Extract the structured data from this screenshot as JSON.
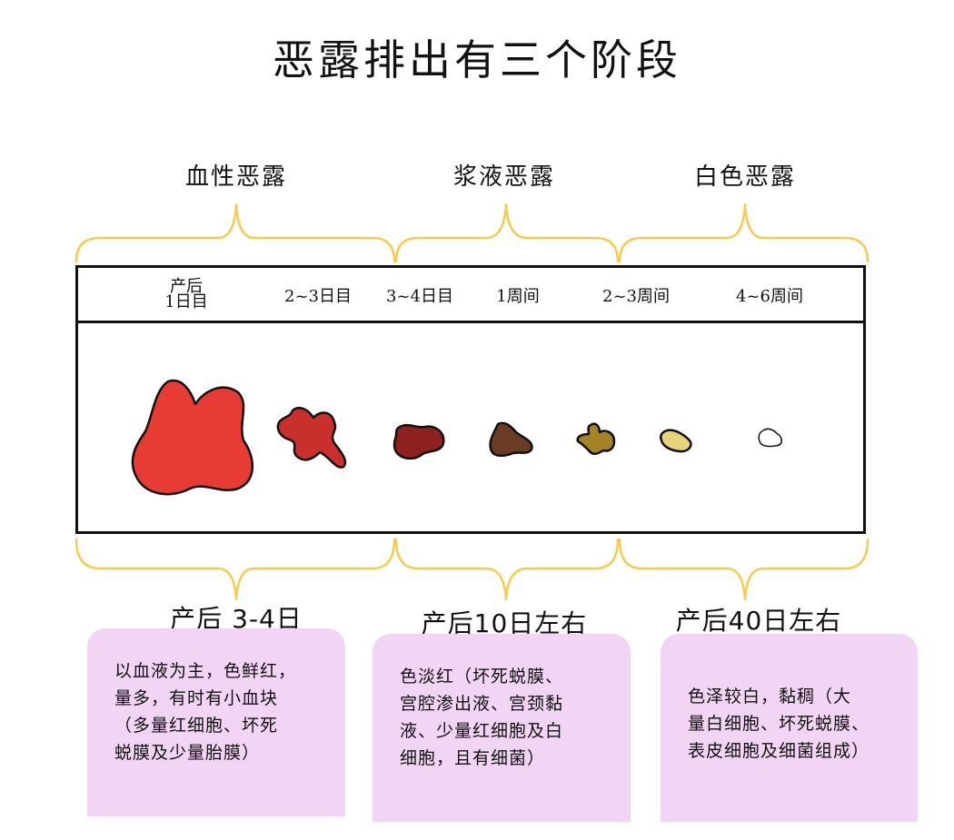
{
  "title": "恶露排出有三个阶段",
  "stages": [
    {
      "name": "血性恶露",
      "duration": "产后 3-4日",
      "description": [
        "以血液为主，色鲜红，",
        "量多，有时有小血块",
        "（多量红细胞、坏死",
        "蜕膜及少量胎膜）"
      ]
    },
    {
      "name": "浆液恶露",
      "duration": "产后10日左右",
      "description": [
        "色淡红（坏死蜕膜、",
        "宫腔渗出液、宫颈黏",
        "液、少量红细胞及白",
        "细胞，且有细菌）"
      ]
    },
    {
      "name": "白色恶露",
      "duration": "产后40日左右",
      "description": [
        "色泽较白，黏稠（大",
        "量白细胞、坏死蜕膜、",
        "表皮细胞及细菌组成）"
      ]
    }
  ],
  "timeline": [
    {
      "line1": "产后",
      "line2": "1日目",
      "color": "#e63c33"
    },
    {
      "line1": "",
      "line2": "2~3日目",
      "color": "#c9302b"
    },
    {
      "line1": "",
      "line2": "3~4日目",
      "color": "#8f2020"
    },
    {
      "line1": "",
      "line2": "1周间",
      "color": "#6b3b24"
    },
    {
      "line1": "",
      "line2": "2~3周间",
      "color": "#a48225"
    },
    {
      "line1": "",
      "line2": "4~6周间",
      "color": "#e6d37a"
    },
    {
      "line1": "",
      "line2": "",
      "color": "#ffffff"
    }
  ],
  "colors": {
    "bracket": "#f5cc4b",
    "box_fill": "#f2d5f5",
    "outline": "#111111"
  }
}
